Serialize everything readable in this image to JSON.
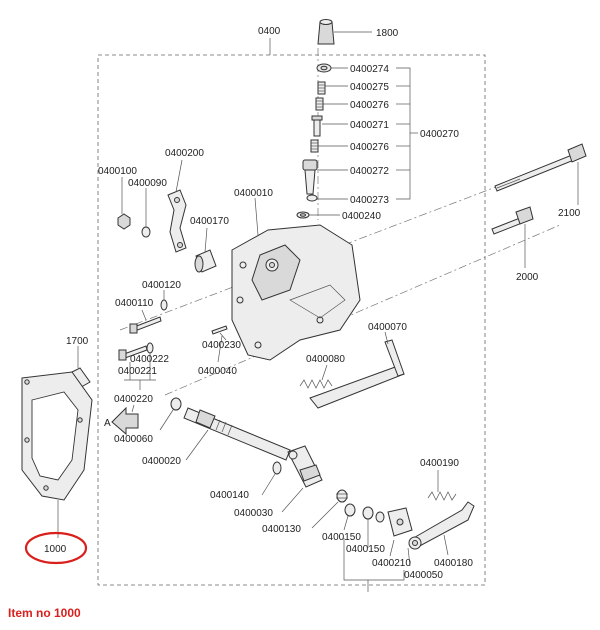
{
  "labels": {
    "l0400": "0400",
    "l1800": "1800",
    "l0400274": "0400274",
    "l0400275": "0400275",
    "l0400276a": "0400276",
    "l0400271": "0400271",
    "l0400276b": "0400276",
    "l0400272": "0400272",
    "l0400273": "0400273",
    "l0400240": "0400240",
    "l0400270": "0400270",
    "l0400200": "0400200",
    "l0400100": "0400100",
    "l0400090": "0400090",
    "l0400170": "0400170",
    "l0400010": "0400010",
    "l2100": "2100",
    "l2000": "2000",
    "l0400120": "0400120",
    "l0400110": "0400110",
    "l1700": "1700",
    "l0400230": "0400230",
    "l0400222": "0400222",
    "l0400221": "0400221",
    "l0400040": "0400040",
    "l0400070": "0400070",
    "l0400080": "0400080",
    "l0400220": "0400220",
    "lA": "A",
    "l0400060": "0400060",
    "l0400020": "0400020",
    "l0400190": "0400190",
    "l0400140": "0400140",
    "l0400030": "0400030",
    "l0400130": "0400130",
    "l0400150a": "0400150",
    "l0400150b": "0400150",
    "l0400210": "0400210",
    "l0400180": "0400180",
    "l0400050": "0400050",
    "l1000": "1000"
  },
  "highlight_color": "#d9201c",
  "footer": "Item no 1000"
}
